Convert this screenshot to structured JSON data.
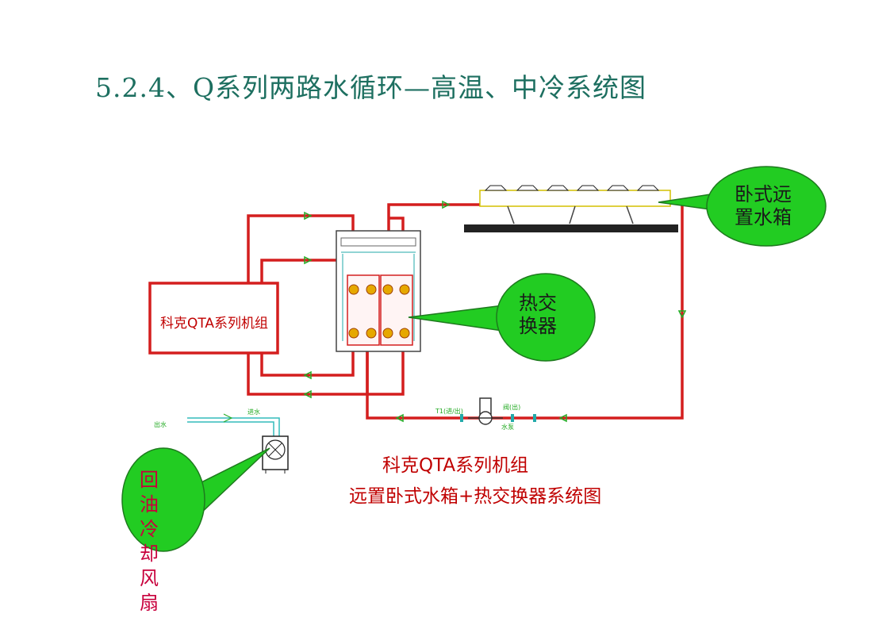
{
  "title": "5.2.4、Q系列两路水循环—高温、中冷系统图",
  "chiller": {
    "label": "科克QTA系列机组"
  },
  "callouts": {
    "water_tank": "卧式远\n置水箱",
    "heat_exchanger": "热交\n换器",
    "oil_fan": "回油冷却风扇"
  },
  "caption": {
    "line1": "科克QTA系列机组",
    "line2": "远置卧式水箱+热交换器系统图"
  },
  "small_labels": {
    "in_out": [
      "出水",
      "进水"
    ],
    "pump_left": "T1(进/出)",
    "pump_right": "阀(出)",
    "pump_below": "水泵"
  },
  "colors": {
    "pipe": "#d41e1e",
    "callout_fill": "#22cc22",
    "callout_stroke": "#1e7a1e",
    "flow_arrow": "#22aa22",
    "title": "#1d6f60"
  }
}
